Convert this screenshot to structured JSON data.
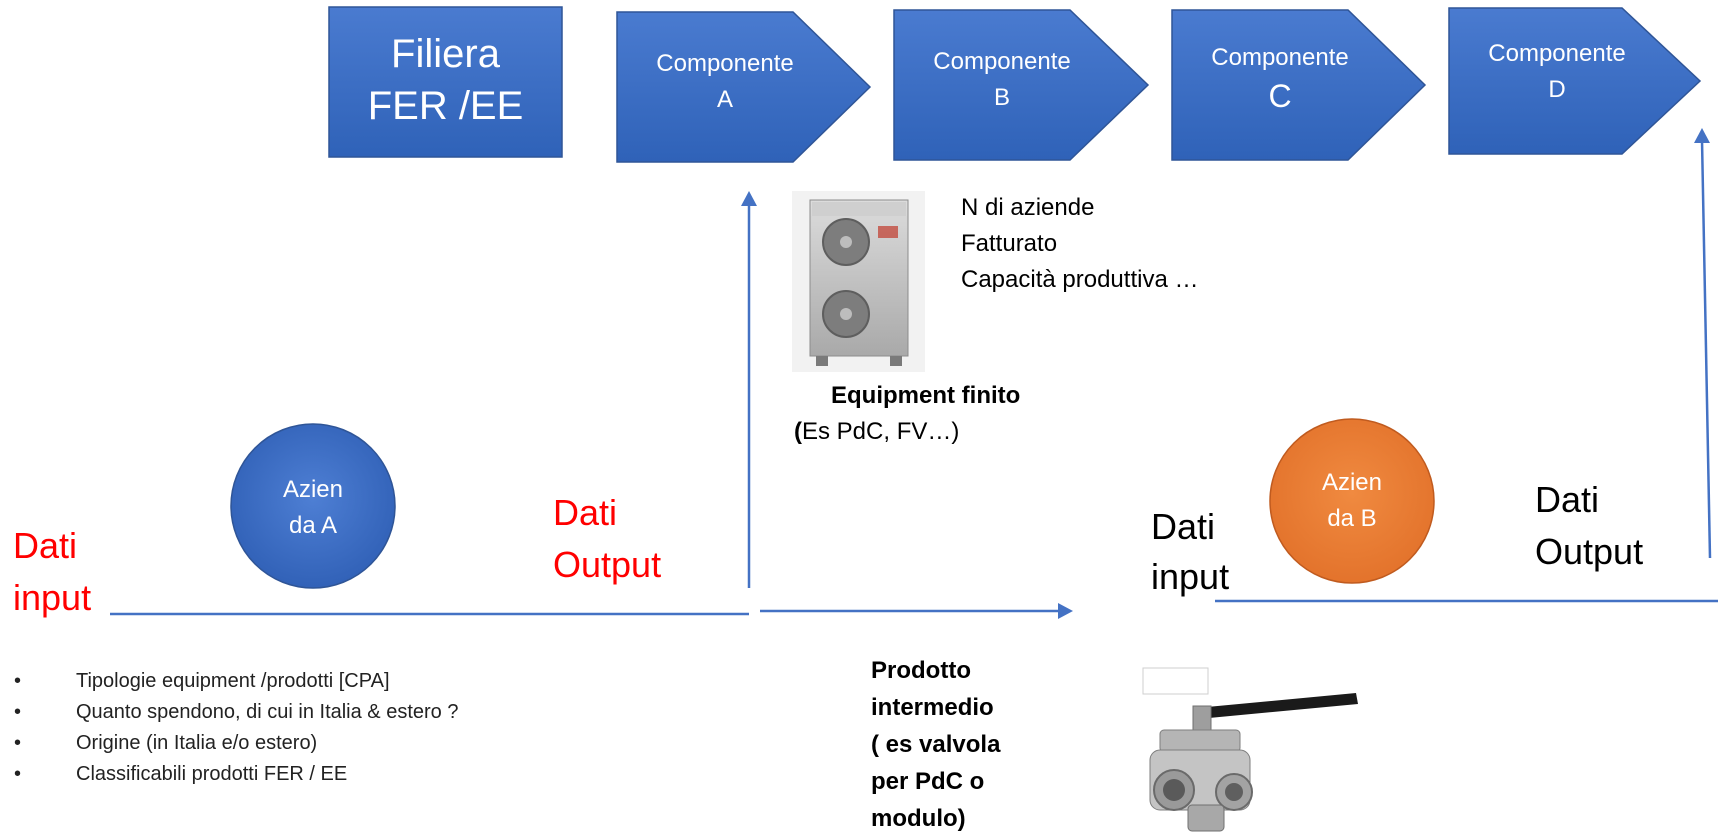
{
  "chain": {
    "filiera": {
      "line1": "Filiera",
      "line2": "FER /EE"
    },
    "components": [
      {
        "line1": "Componente",
        "line2": "A"
      },
      {
        "line1": "Componente",
        "line2": "B"
      },
      {
        "line1": "Componente",
        "line2": "C"
      },
      {
        "line1": "Componente",
        "line2": "D"
      }
    ]
  },
  "equipment": {
    "metrics": [
      "N di aziende",
      "Fatturato",
      "Capacità produttiva …"
    ],
    "title": "Equipment finito",
    "subtitle_open": "(",
    "subtitle_rest": "Es PdC, FV…)"
  },
  "company_a": {
    "line1": "Azien",
    "line2": "da A",
    "input": {
      "line1": "Dati",
      "line2": "input"
    },
    "output": {
      "line1": "Dati",
      "line2": "Output"
    }
  },
  "company_b": {
    "line1": "Azien",
    "line2": "da B",
    "input": {
      "line1": "Dati",
      "line2": "input"
    },
    "output": {
      "line1": "Dati",
      "line2": "Output"
    }
  },
  "bullets": [
    "Tipologie equipment /prodotti [CPA]",
    "Quanto spendono, di cui in Italia & estero  ?",
    "Origine (in Italia e/o estero)",
    "Classificabili prodotti FER / EE"
  ],
  "intermediate": {
    "lines": [
      "Prodotto",
      "intermedio",
      "( es valvola",
      "per PdC o",
      "modulo)"
    ]
  },
  "colors": {
    "blue": "#4472c4",
    "blue_dark": "#2f5ba7",
    "orange": "#ed7d31",
    "red": "#ff0000"
  }
}
